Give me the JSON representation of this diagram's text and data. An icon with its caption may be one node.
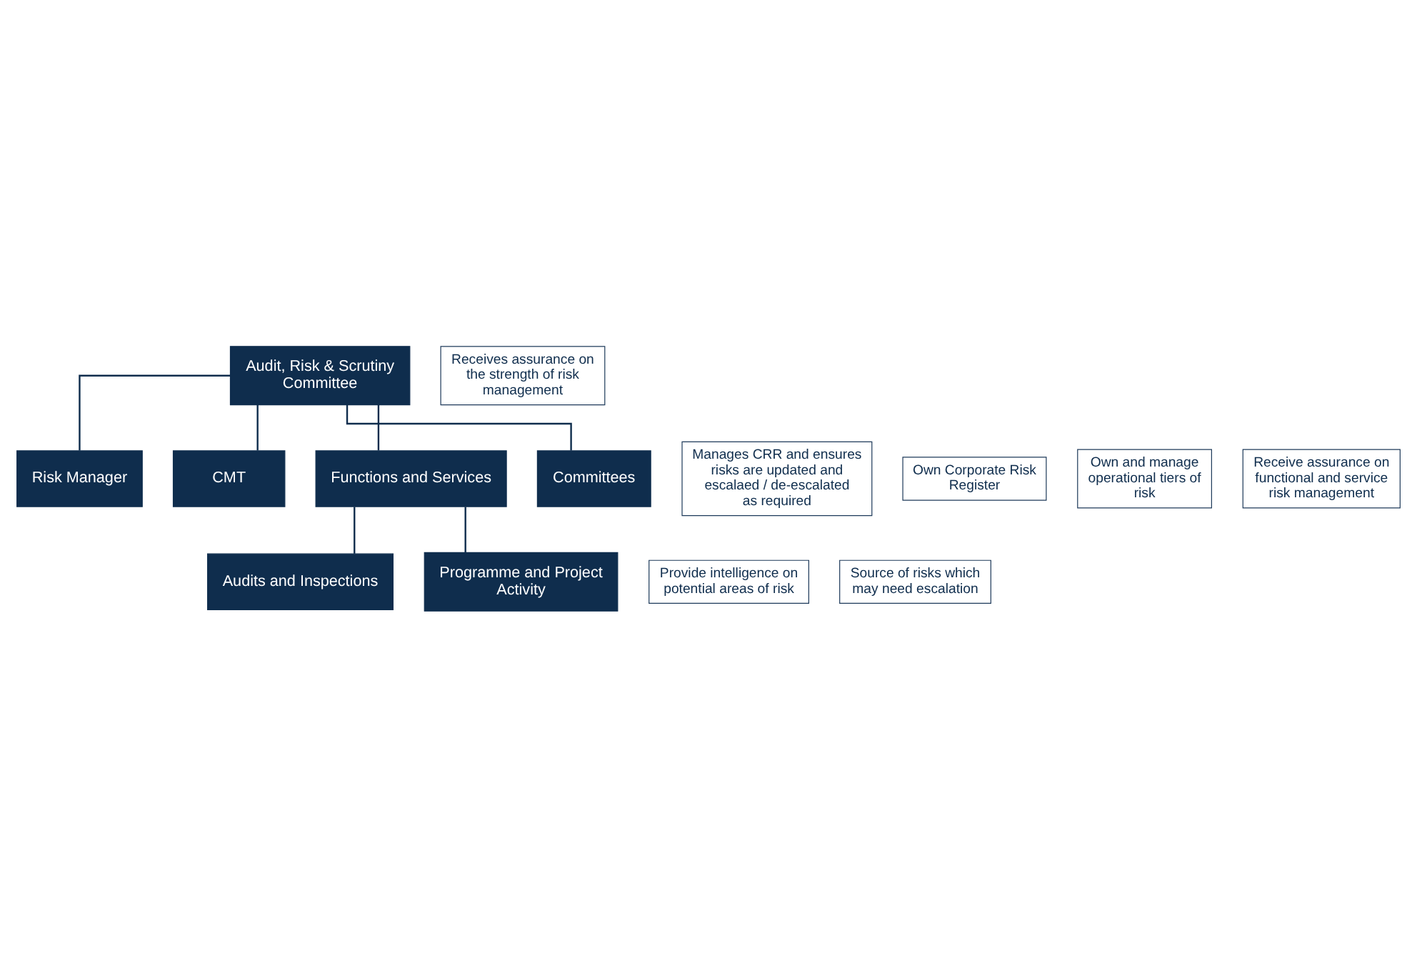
{
  "diagram": {
    "nodes": [
      {
        "text": [
          "Audit, Risk & Scrutiny Committee"
        ]
      },
      {
        "text": [
          "Receives assurance on the strength of risk management"
        ]
      },
      {
        "text": [
          "Manages CRR and ensures risks are updated and escalaed / de-escalated as required"
        ]
      },
      {
        "text": [
          "Risk Manager"
        ]
      },
      {
        "text": [
          "CMT"
        ]
      },
      {
        "text": [
          "Own Corporate Risk Register"
        ]
      },
      {
        "text": [
          "Own and manage operational tiers of risk"
        ]
      },
      {
        "text": [
          "Functions and Services"
        ]
      },
      {
        "text": [
          "Committees"
        ]
      },
      {
        "text": [
          "Receive assurance on functional and service risk management"
        ]
      },
      {
        "text": [
          "Provide intelligence on potential areas of risk"
        ]
      },
      {
        "text": [
          "Audits and Inspections"
        ]
      },
      {
        "text": [
          "Programme and Project Activity"
        ]
      },
      {
        "text": [
          "Source of risks which may need escalation"
        ]
      }
    ],
    "edges": [
      {
        "from": 0,
        "to": 3,
        "arrow": "none"
      },
      {
        "from": 0,
        "to": 4,
        "arrow": "none"
      },
      {
        "from": 0,
        "to": 7,
        "arrow": "none"
      },
      {
        "from": 0,
        "to": 8,
        "arrow": "none"
      },
      {
        "from": 7,
        "to": 11,
        "arrow": "none"
      },
      {
        "from": 7,
        "to": 12,
        "arrow": "none"
      }
    ]
  }
}
